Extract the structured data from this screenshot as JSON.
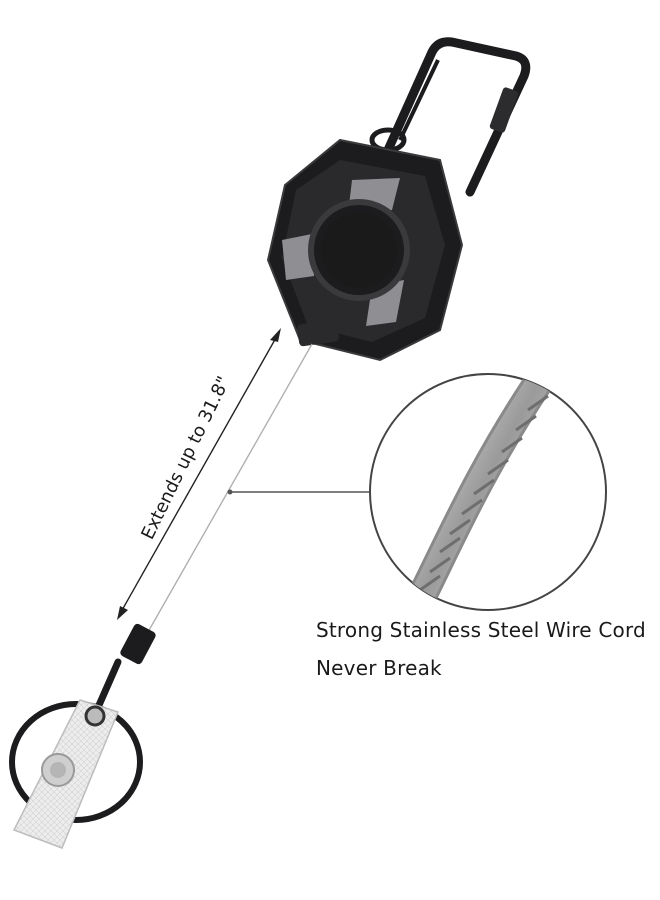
{
  "product": {
    "extension_label": "Extends up to 31.8\"",
    "feature_line_1": "Strong Stainless Steel Wire Cord",
    "feature_line_2": "Never Break"
  },
  "colors": {
    "body": "#1c1c1e",
    "body_edge": "#3a3a3c",
    "insert": "#8e8e93",
    "wire": "#b0b0b0",
    "strap": "#e6e6e6"
  }
}
